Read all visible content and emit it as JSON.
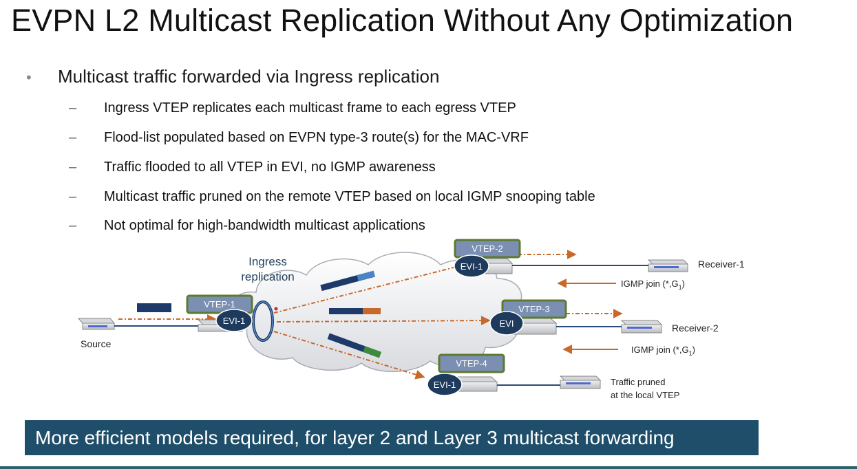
{
  "title": "EVPN L2 Multicast Replication Without Any Optimization",
  "main_bullet": "Multicast traffic forwarded via Ingress replication",
  "sub_bullets": [
    "Ingress VTEP replicates each multicast frame to each egress VTEP",
    "Flood-list populated based on EVPN type-3 route(s) for the MAC-VRF",
    "Traffic flooded to all VTEP in EVI, no IGMP awareness",
    "Multicast traffic pruned on the remote VTEP based on local IGMP snooping table",
    "Not optimal for high-bandwidth multicast applications"
  ],
  "diagram": {
    "ingress_label_1": "Ingress",
    "ingress_label_2": "replication",
    "source_label": "Source",
    "vtep1": "VTEP-1",
    "vtep2": "VTEP-2",
    "vtep3": "VTEP-3",
    "vtep4": "VTEP-4",
    "evi1_a": "EVI-1",
    "evi1_b": "EVI-1",
    "evi": "EVI",
    "evi1_c": "EVI-1",
    "receiver1": "Receiver-1",
    "receiver2": "Receiver-2",
    "igmp_join_1": "IGMP join (*,G",
    "igmp_join_1_sub": "1",
    "igmp_join_1_end": ")",
    "igmp_join_2": "IGMP join (*,G",
    "igmp_join_2_sub": "1",
    "igmp_join_2_end": ")",
    "pruned_1": "Traffic pruned",
    "pruned_2": "at the local VTEP"
  },
  "footer": "More efficient models required, for layer 2 and Layer 3  multicast forwarding",
  "colors": {
    "footer_bg": "#1f4e6b",
    "vtep_box": "#7b8fb2",
    "vtep_border": "#5d7a2e",
    "evi_circle": "#1e3a5c",
    "arrow": "#c8692a",
    "link": "#2a4a7a"
  }
}
